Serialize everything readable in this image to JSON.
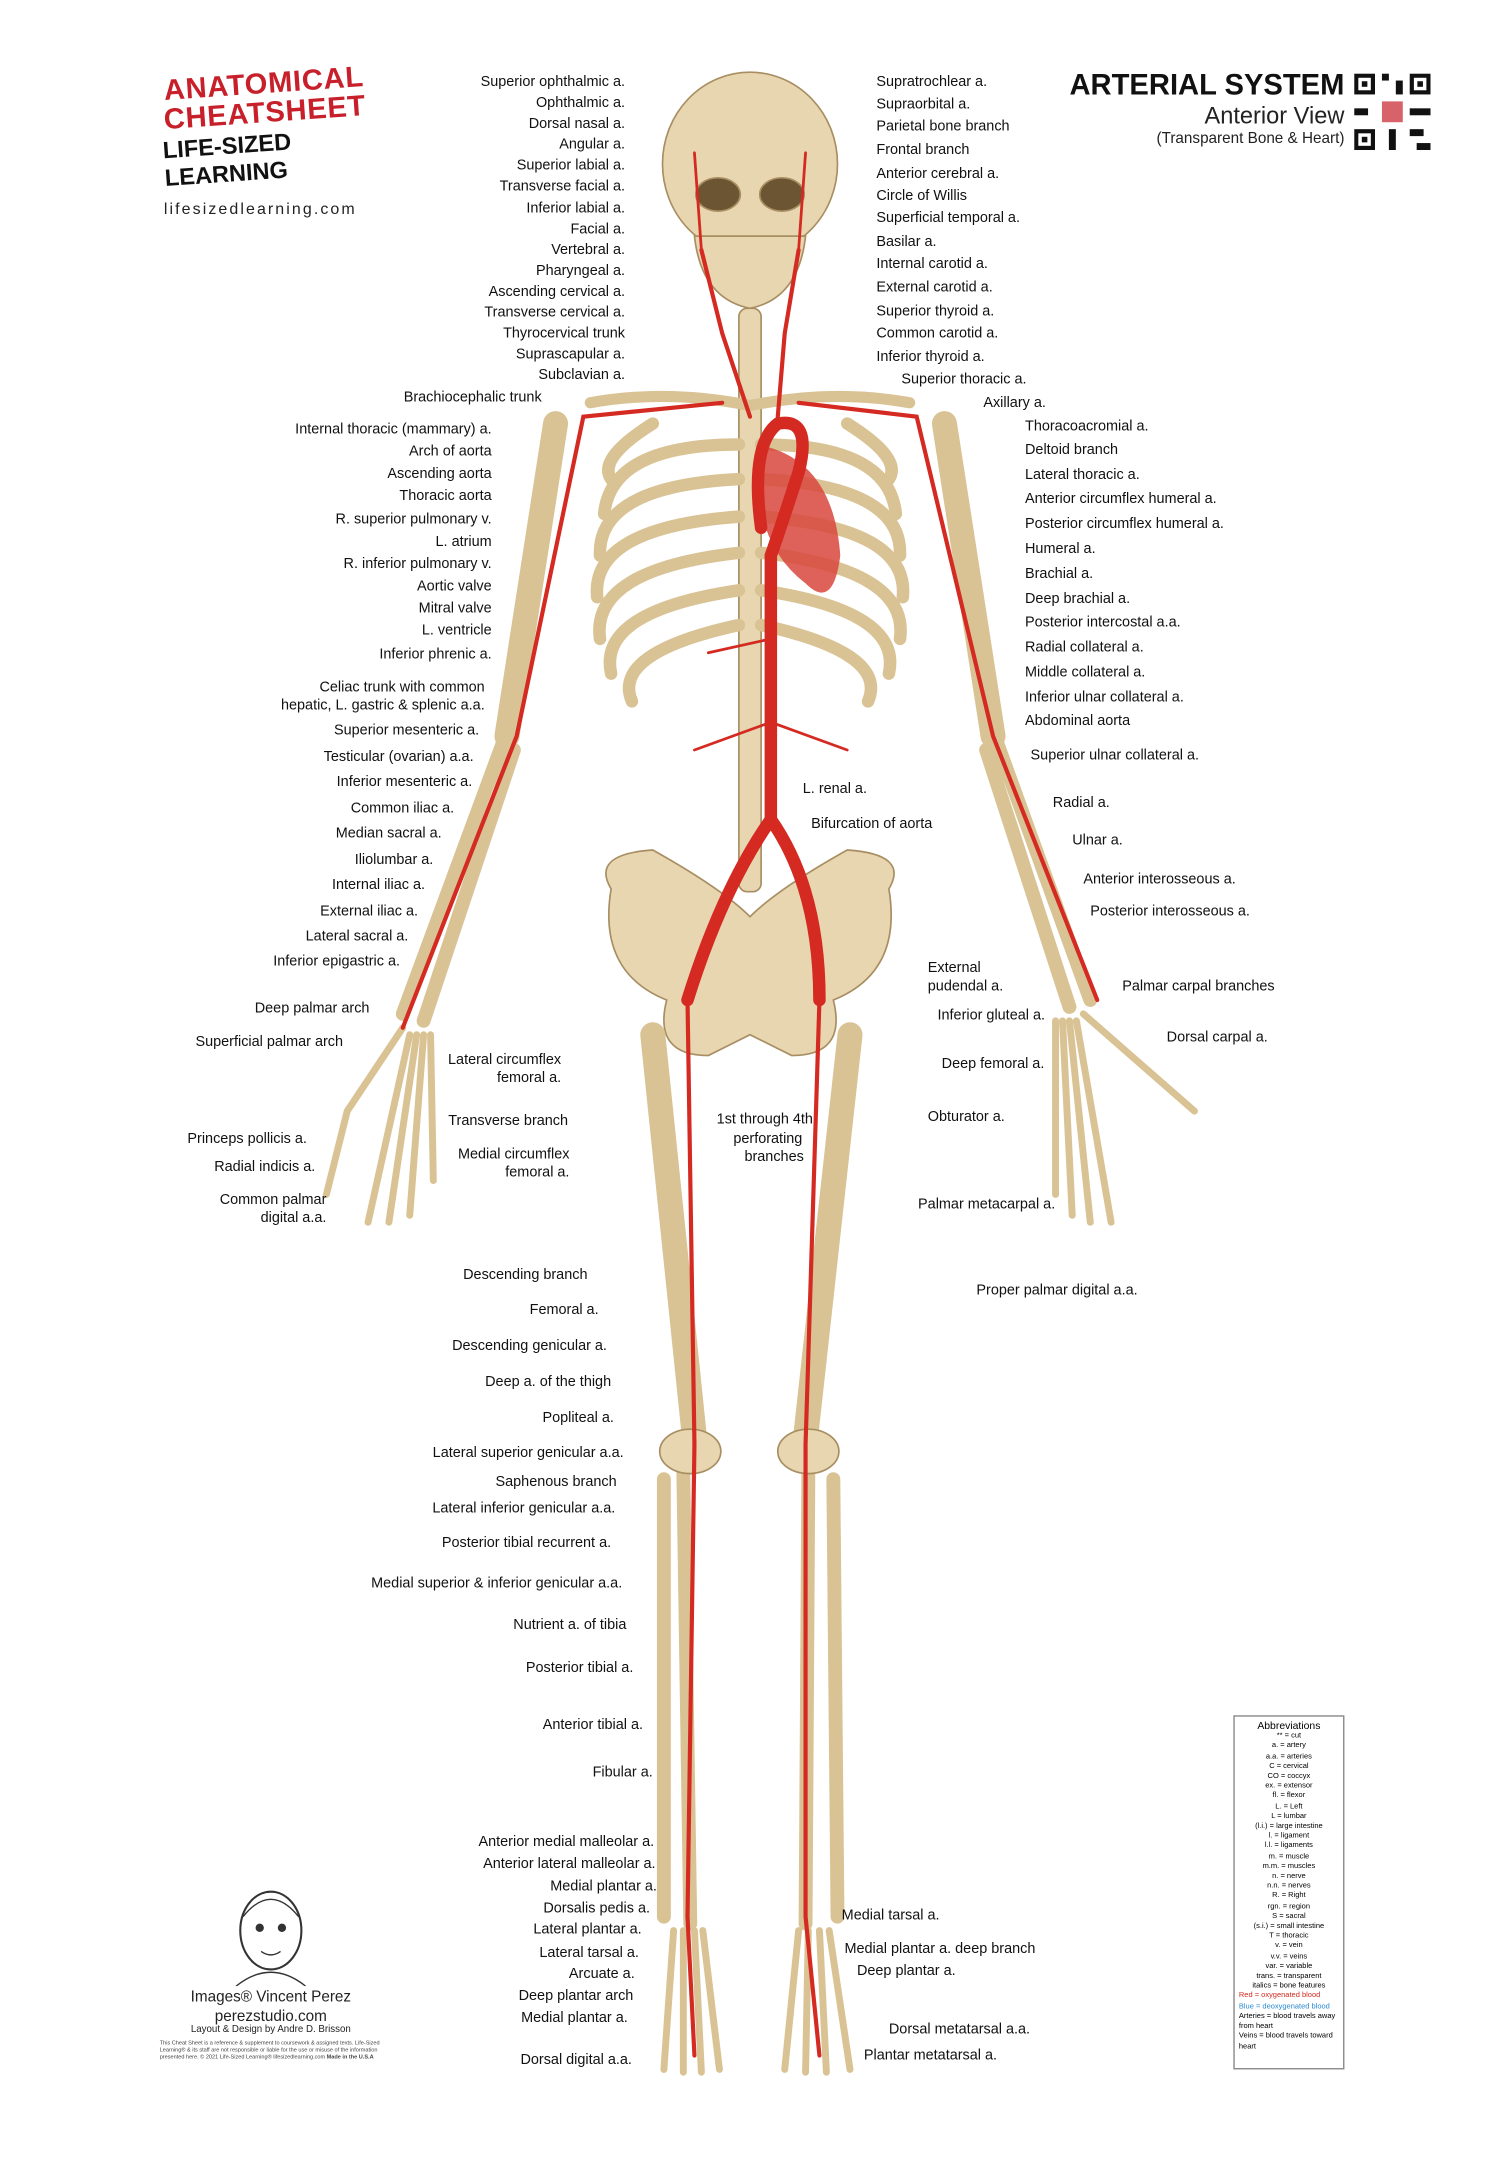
{
  "logo": {
    "line1": "ANATOMICAL",
    "line2": "CHEATSHEET",
    "line3": "LIFE-SIZED LEARNING",
    "url": "lifesizedlearning.com"
  },
  "title": {
    "main": "ARTERIAL SYSTEM",
    "view": "Anterior View",
    "note": "(Transparent Bone & Heart)"
  },
  "labels_left": [
    "Superior ophthalmic a.",
    "Ophthalmic a.",
    "Dorsal nasal a.",
    "Angular a.",
    "Superior labial a.",
    "Transverse facial a.",
    "Inferior labial a.",
    "Facial a.",
    "Vertebral a.",
    "Pharyngeal a.",
    "Ascending cervical a.",
    "Transverse cervical a.",
    "Thyrocervical trunk",
    "Suprascapular a.",
    "Subclavian a.",
    "Brachiocephalic trunk",
    "Internal thoracic (mammary) a.",
    "Arch of aorta",
    "Ascending aorta",
    "Thoracic aorta",
    "R. superior pulmonary v.",
    "L. atrium",
    "R. inferior pulmonary v.",
    "Aortic valve",
    "Mitral valve",
    "L. ventricle",
    "Inferior phrenic a.",
    "Celiac trunk with common",
    "hepatic, L. gastric & splenic a.a.",
    "Superior mesenteric a.",
    "Testicular (ovarian) a.a.",
    "Inferior mesenteric a.",
    "Common iliac a.",
    "Median sacral a.",
    "Iliolumbar a.",
    "Internal iliac a.",
    "External iliac a.",
    "Lateral sacral a.",
    "Inferior epigastric a.",
    "Deep palmar arch",
    "Superficial palmar arch",
    "Princeps pollicis a.",
    "Radial indicis a.",
    "Common palmar",
    "digital a.a.",
    "Lateral circumflex",
    "femoral a.",
    "Transverse branch",
    "Medial circumflex",
    "femoral a.",
    "Descending branch",
    "Femoral a.",
    "Descending genicular a.",
    "Deep a. of the thigh",
    "Popliteal a.",
    "Lateral superior genicular a.a.",
    "Saphenous branch",
    "Lateral inferior genicular a.a.",
    "Posterior tibial recurrent a.",
    "Medial superior & inferior genicular a.a.",
    "Nutrient a. of tibia",
    "Posterior tibial a.",
    "Anterior tibial a.",
    "Fibular a.",
    "Anterior medial malleolar a.",
    "Anterior lateral malleolar a.",
    "Medial plantar a.",
    "Dorsalis pedis a.",
    "Lateral plantar a.",
    "Lateral tarsal a.",
    "Arcuate a.",
    "Deep plantar arch",
    "Medial plantar a.",
    "Dorsal digital a.a."
  ],
  "labels_right": [
    "Supratrochlear a.",
    "Supraorbital a.",
    "Parietal bone branch",
    "Frontal branch",
    "Anterior cerebral a.",
    "Circle of Willis",
    "Superficial temporal a.",
    "Basilar a.",
    "Internal carotid a.",
    "External carotid a.",
    "Superior thyroid a.",
    "Common carotid a.",
    "Inferior thyroid a.",
    "Superior thoracic a.",
    "Axillary a.",
    "Thoracoacromial a.",
    "Deltoid branch",
    "Lateral thoracic a.",
    "Anterior circumflex humeral a.",
    "Posterior circumflex humeral a.",
    "Humeral a.",
    "Brachial a.",
    "Deep brachial a.",
    "Posterior intercostal a.a.",
    "Radial collateral a.",
    "Middle collateral a.",
    "Inferior ulnar collateral a.",
    "Abdominal aorta",
    "Superior ulnar collateral a.",
    "L. renal a.",
    "Bifurcation of aorta",
    "Radial a.",
    "Ulnar a.",
    "Anterior interosseous a.",
    "Posterior interosseous a.",
    "External",
    "pudendal a.",
    "Palmar carpal branches",
    "Inferior gluteal a.",
    "Dorsal carpal a.",
    "Deep femoral a.",
    "Obturator a.",
    "1st through 4th",
    "perforating",
    "branches",
    "Palmar metacarpal a.",
    "Proper palmar digital a.a.",
    "Medial tarsal a.",
    "Medial plantar a. deep branch",
    "Deep plantar a.",
    "Dorsal metatarsal a.a.",
    "Plantar metatarsal a."
  ],
  "abbreviations": {
    "title": "Abbreviations",
    "items": [
      "** = cut",
      "a. = artery",
      "a.a. = arteries",
      "C = cervical",
      "CO = coccyx",
      "ex. = extensor",
      "fl. = flexor",
      "L. = Left",
      "L = lumbar",
      "(l.i.) = large intestine",
      "l. = ligament",
      "l.l. = ligaments",
      "m. = muscle",
      "m.m. = muscles",
      "n. = nerve",
      "n.n. = nerves",
      "R. = Right",
      "rgn. = region",
      "S = sacral",
      "(s.i.) = small intestine",
      "T = thoracic",
      "v. = vein",
      "v.v. = veins",
      "var. = variable",
      "trans. = transparent",
      "italics = bone features"
    ],
    "red": "Red = oxygenated blood",
    "blue": "Blue = deoxygenated blood",
    "arteries": "Arteries = blood travels away from heart",
    "veins": "Veins = blood travels toward heart"
  },
  "credits": {
    "images": "Images® Vincent Perez",
    "site": "perezstudio.com",
    "layout": "Layout & Design by Andre D. Brisson",
    "disclaimer": "This Cheat Sheet is a reference & supplement to coursework & assigned texts. Life-Sized Learning® & its staff are not responsible or liable for the use or misuse of the information presented here. © 2021 Life-Sized Learning® lifesizedlearning.com",
    "made": "Made in the U.S.A"
  },
  "colors": {
    "artery": "#d42a22",
    "bone": "#e8d6b0",
    "brand_red": "#c8202a",
    "blue": "#2a8ad4"
  }
}
